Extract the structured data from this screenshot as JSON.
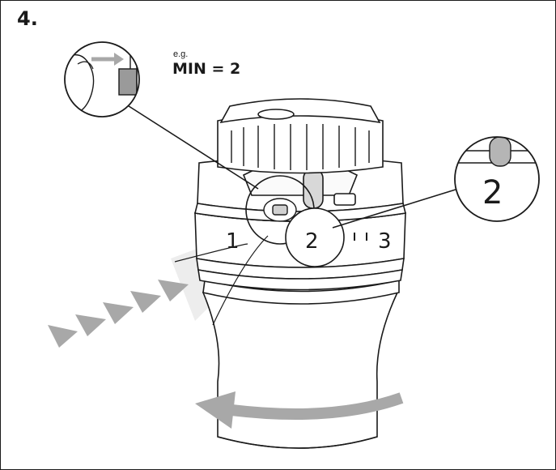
{
  "step": "4.",
  "example": {
    "prefix": "e.g.",
    "setting": "MIN = 2"
  },
  "dial": {
    "labels": [
      "1",
      "2",
      "3"
    ],
    "magnified_value": "2"
  },
  "colors": {
    "outline": "#1a1a1a",
    "arrow": "#a8a8a8",
    "highlight": "#e8e8e8",
    "background": "#ffffff"
  }
}
